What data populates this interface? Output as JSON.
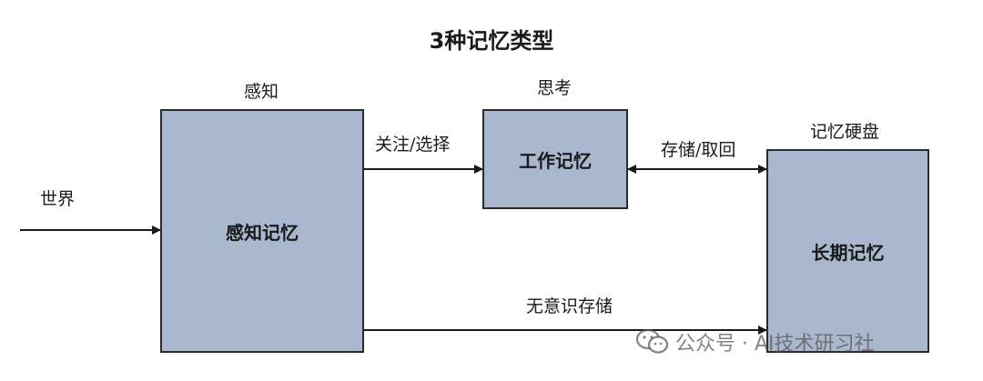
{
  "title": "3种记忆类型",
  "labels": {
    "world": "世界",
    "perception": "感知",
    "thinking": "思考",
    "memory_disk": "记忆硬盘",
    "attention_select": "关注/选择",
    "store_retrieve": "存储/取回",
    "unconscious_store": "无意识存储"
  },
  "boxes": {
    "sensory": "感知记忆",
    "working": "工作记忆",
    "long_term": "长期记忆"
  },
  "watermark": {
    "text": "公众号 · AI技术研习社",
    "icon": "wechat-icon"
  },
  "colors": {
    "box_fill": "#a9b7cf",
    "line": "#1a1a1a"
  }
}
